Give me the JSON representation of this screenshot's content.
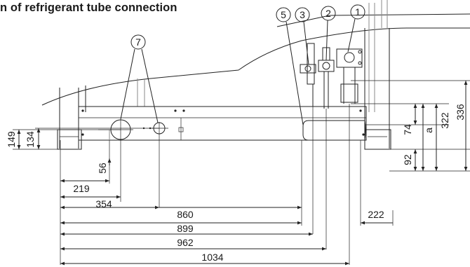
{
  "title": "n of refrigerant tube connection",
  "callouts": {
    "c1": "1",
    "c2": "2",
    "c3": "3",
    "c5": "5",
    "c7": "7"
  },
  "dims": {
    "h149": "149",
    "h134": "134",
    "h56": "56",
    "h219": "219",
    "h354": "354",
    "h860": "860",
    "h899": "899",
    "h962": "962",
    "h1034": "1034",
    "h222": "222",
    "v74": "74",
    "v92": "92",
    "va": "a",
    "v322": "322",
    "v336": "336"
  }
}
